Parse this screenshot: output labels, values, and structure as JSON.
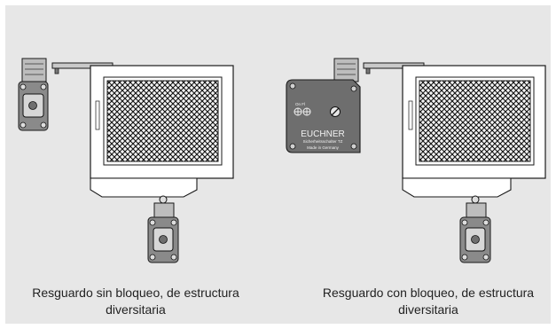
{
  "captions": {
    "left": [
      "Resguardo sin bloqueo, de estructura",
      "diversitaria"
    ],
    "right": [
      "Resguardo con bloqueo, de estructura",
      "diversitaria"
    ]
  },
  "lock_device": {
    "brand": "EUCHNER",
    "line1": "Sicherheitsschalter TZ",
    "line2": "Made in Germany",
    "led_label": "On  Fl"
  },
  "colors": {
    "background": "#e7e7e7",
    "frame": "#ffffff",
    "outline": "#1a1a1a",
    "device_body": "#6e6e6e",
    "actuator": "#b9b9b9"
  },
  "icons": [
    "guard-window-icon",
    "safety-switch-icon",
    "actuator-icon",
    "lock-screw-icon",
    "led-icon"
  ]
}
